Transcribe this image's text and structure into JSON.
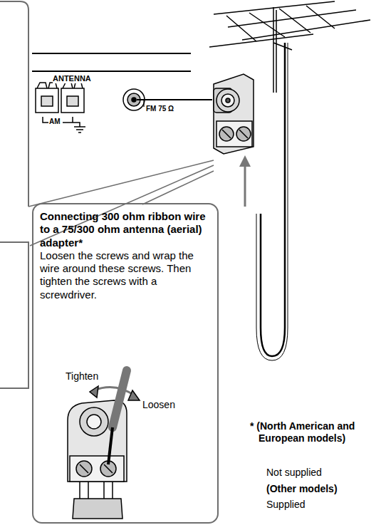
{
  "diagram": {
    "nodes": [
      {
        "text": [
          "Connecting 300 ohm ribbon wire to a 75/300 ohm antenna (aerial) adapter*",
          "Loosen the screws and wrap the wire around these screws. Then tighten the screws with a screwdriver."
        ]
      }
    ],
    "labels": [
      "ANTENNA",
      "AM",
      "FM 75 Ω",
      "Tighten",
      "Loosen",
      "* (North American and European models)",
      "Not supplied",
      "(Other models)",
      "Supplied"
    ]
  }
}
